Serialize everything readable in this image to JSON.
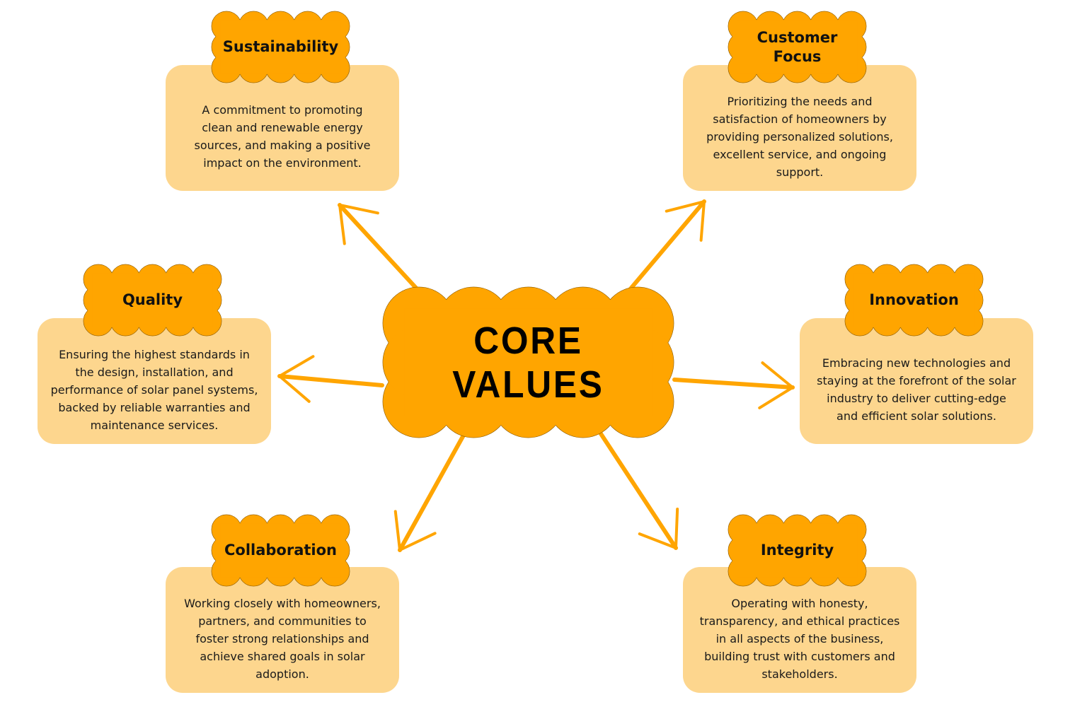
{
  "colors": {
    "accent": "#FFA500",
    "card": "#FDD68E",
    "outline": "#8a5a00"
  },
  "center": {
    "title": "CORE\nVALUES"
  },
  "values": [
    {
      "id": "sustainability",
      "title": "Sustainability",
      "text": "A commitment to promoting\nclean and renewable energy\nsources, and making a positive\nimpact on the environment."
    },
    {
      "id": "customer-focus",
      "title": "Customer\nFocus",
      "text": "Prioritizing the needs and\nsatisfaction of homeowners by\nproviding personalized solutions,\nexcellent service, and ongoing\nsupport."
    },
    {
      "id": "quality",
      "title": "Quality",
      "text": "Ensuring the highest standards in\nthe design, installation, and\nperformance of solar panel systems,\nbacked by reliable warranties and\nmaintenance services."
    },
    {
      "id": "innovation",
      "title": "Innovation",
      "text": "Embracing new technologies and\nstaying at the forefront of the solar\nindustry to deliver cutting-edge\nand efficient solar solutions."
    },
    {
      "id": "collaboration",
      "title": "Collaboration",
      "text": "Working closely with homeowners,\npartners, and communities to\nfoster strong relationships and\nachieve shared goals in solar\nadoption."
    },
    {
      "id": "integrity",
      "title": "Integrity",
      "text": "Operating with honesty,\ntransparency, and ethical practices\nin all aspects of the business,\nbuilding trust with customers and\nstakeholders."
    }
  ]
}
